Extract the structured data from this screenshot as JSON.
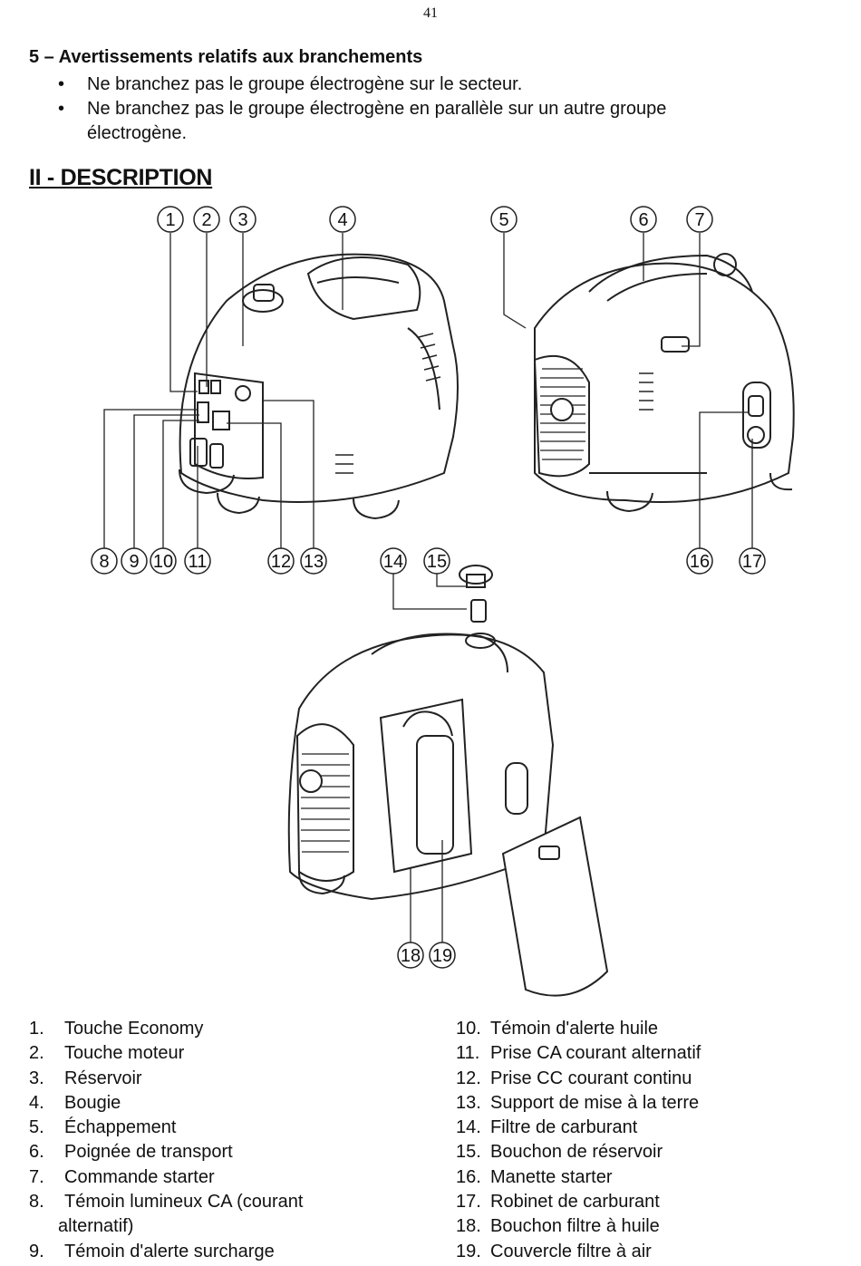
{
  "page_number": "41",
  "section": {
    "heading": "5 – Avertissements relatifs aux branchements",
    "bullets": [
      "Ne branchez pas le groupe électrogène sur le secteur.",
      "Ne branchez pas le groupe électrogène en parallèle sur un autre groupe électrogène."
    ]
  },
  "description": {
    "title": "II - DESCRIPTION",
    "callouts": [
      "1",
      "2",
      "3",
      "4",
      "5",
      "6",
      "7",
      "8",
      "9",
      "10",
      "11",
      "12",
      "13",
      "14",
      "15",
      "16",
      "17",
      "18",
      "19"
    ],
    "legend_left": [
      {
        "num": "1.",
        "text": "Touche Economy"
      },
      {
        "num": "2.",
        "text": "Touche moteur"
      },
      {
        "num": "3.",
        "text": "Réservoir"
      },
      {
        "num": "4.",
        "text": "Bougie"
      },
      {
        "num": "5.",
        "text": "Échappement"
      },
      {
        "num": "6.",
        "text": "Poignée de transport"
      },
      {
        "num": "7.",
        "text": "Commande starter"
      },
      {
        "num": "8.",
        "text": "Témoin lumineux CA (courant alternatif)"
      },
      {
        "num": "9.",
        "text": "Témoin d'alerte surcharge"
      }
    ],
    "legend_right": [
      {
        "num": "10.",
        "text": "Témoin d'alerte huile"
      },
      {
        "num": "11.",
        "text": "Prise CA courant alternatif"
      },
      {
        "num": "12.",
        "text": "Prise CC courant continu"
      },
      {
        "num": "13.",
        "text": "Support de mise à la terre"
      },
      {
        "num": "14.",
        "text": "Filtre de carburant"
      },
      {
        "num": "15.",
        "text": "Bouchon de réservoir"
      },
      {
        "num": "16.",
        "text": "Manette starter"
      },
      {
        "num": "17.",
        "text": "Robinet de carburant"
      },
      {
        "num": "18.",
        "text": "Bouchon filtre à huile"
      },
      {
        "num": "19.",
        "text": "Couvercle filtre à air"
      }
    ]
  }
}
